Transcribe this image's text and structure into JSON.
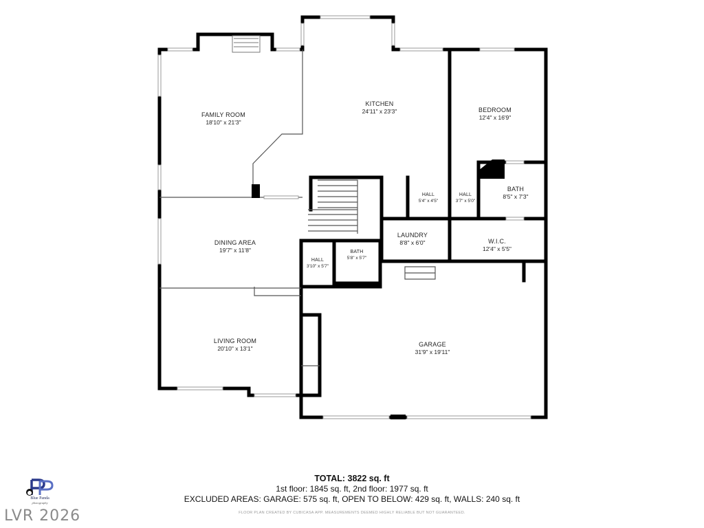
{
  "rooms": {
    "family_room": {
      "name": "FAMILY ROOM",
      "dims": "18'10\" x 21'3\""
    },
    "kitchen": {
      "name": "KITCHEN",
      "dims": "24'11\" x 23'3\""
    },
    "bedroom": {
      "name": "BEDROOM",
      "dims": "12'4\" x 16'9\""
    },
    "bath_main": {
      "name": "BATH",
      "dims": "8'5\" x 7'3\""
    },
    "hall_a": {
      "name": "HALL",
      "dims": "5'4\" x 4'5\""
    },
    "hall_b": {
      "name": "HALL",
      "dims": "3'7\" x 5'0\""
    },
    "dining_area": {
      "name": "DINING AREA",
      "dims": "19'7\" x 11'8\""
    },
    "laundry": {
      "name": "LAUNDRY",
      "dims": "8'8\" x 6'0\""
    },
    "wic": {
      "name": "W.I.C.",
      "dims": "12'4\" x 5'5\""
    },
    "hall_c": {
      "name": "HALL",
      "dims": "3'10\" x 5'7\""
    },
    "bath_small": {
      "name": "BATH",
      "dims": "5'8\" x 5'7\""
    },
    "living_room": {
      "name": "LIVING ROOM",
      "dims": "20'10\" x 13'1\""
    },
    "garage": {
      "name": "GARAGE",
      "dims": "31'9\" x 19'11\""
    }
  },
  "summary": {
    "total": "TOTAL: 3822 sq. ft",
    "floors": "1st floor: 1845 sq. ft, 2nd floor: 1977 sq. ft",
    "excluded": "EXCLUDED AREAS: GARAGE: 575 sq. ft, OPEN TO BELOW: 429 sq. ft, WALLS: 240 sq. ft",
    "disclaimer": "FLOOR PLAN CREATED BY CUBICASA APP. MEASUREMENTS DEEMED HIGHLY RELIABLE BUT NOT GUARANTEED."
  },
  "branding": {
    "logo_name": "Blue Panda",
    "logo_sub": "photography",
    "watermark": "LVR 2026",
    "logo_color": "#2b3a8c"
  },
  "colors": {
    "wall": "#000000",
    "window": "#bcbcbc",
    "text": "#222222"
  }
}
